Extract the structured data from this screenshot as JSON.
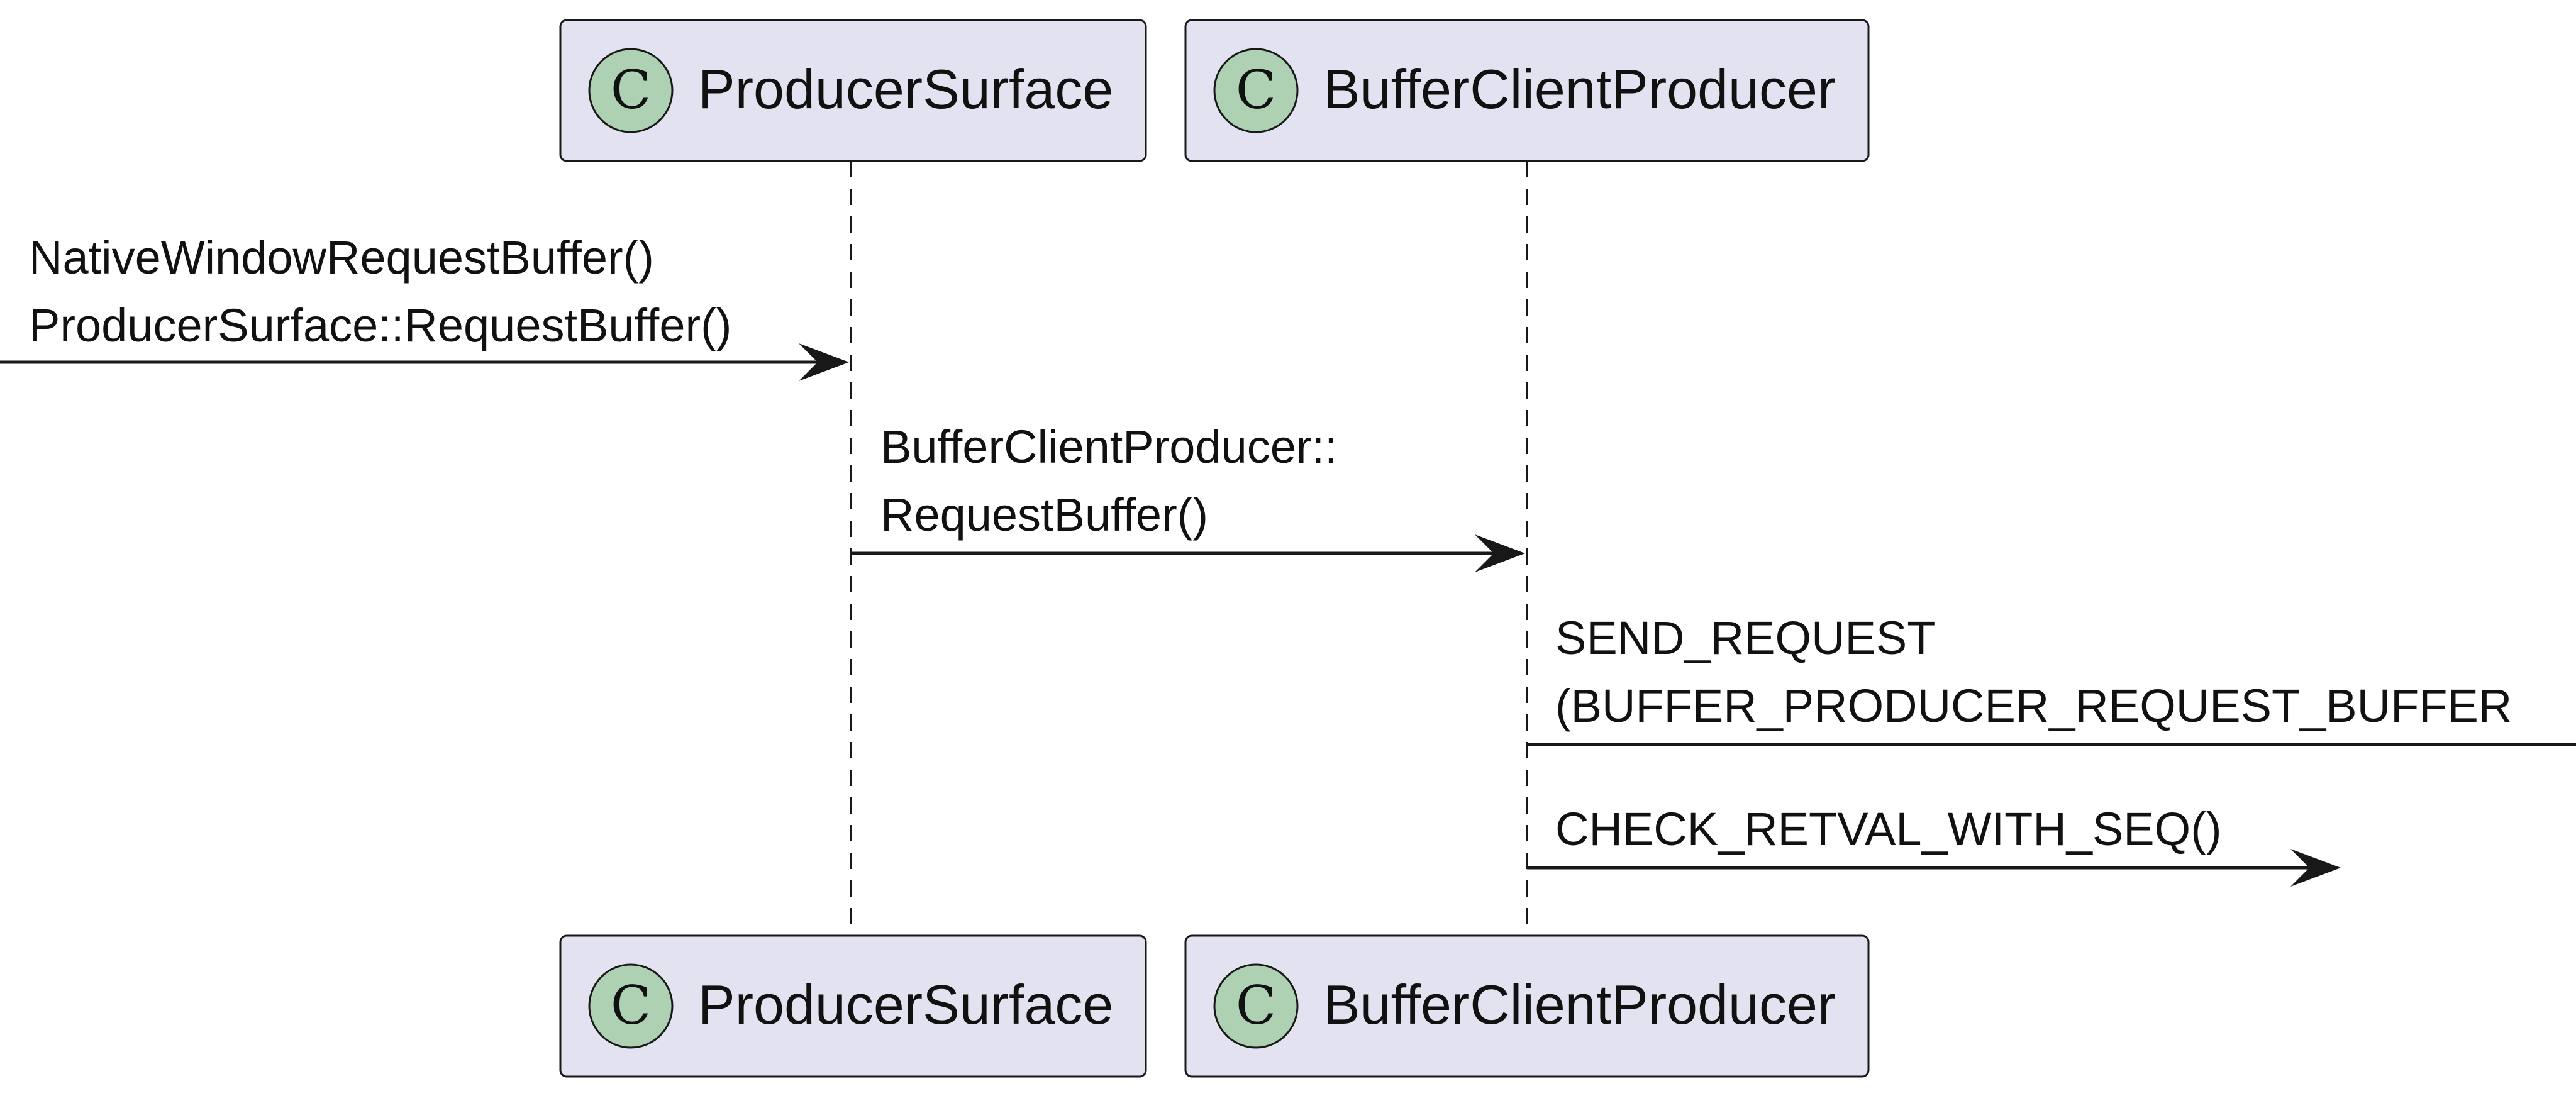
{
  "participants": [
    {
      "id": "producer_surface",
      "name": "ProducerSurface",
      "stereotype": "C",
      "icon": "class-c-icon"
    },
    {
      "id": "buffer_client_producer",
      "name": "BufferClientProducer",
      "stereotype": "C",
      "icon": "class-c-icon"
    }
  ],
  "messages": [
    {
      "from": "[",
      "to": "ProducerSurface",
      "lines": [
        "NativeWindowRequestBuffer()",
        "ProducerSurface::RequestBuffer()"
      ]
    },
    {
      "from": "ProducerSurface",
      "to": "BufferClientProducer",
      "lines": [
        "BufferClientProducer::",
        "RequestBuffer()"
      ]
    },
    {
      "from": "BufferClientProducer",
      "to": "]",
      "lines": [
        "SEND_REQUEST",
        "(BUFFER_PRODUCER_REQUEST_BUFFER"
      ]
    },
    {
      "from": "BufferClientProducer",
      "to": "unspecified",
      "lines": [
        "CHECK_RETVAL_WITH_SEQ()"
      ]
    }
  ],
  "colors": {
    "participant_fill": "#e2e2f0",
    "participant_border": "#181818",
    "class_circle": "#add1b2",
    "line": "#181818"
  }
}
